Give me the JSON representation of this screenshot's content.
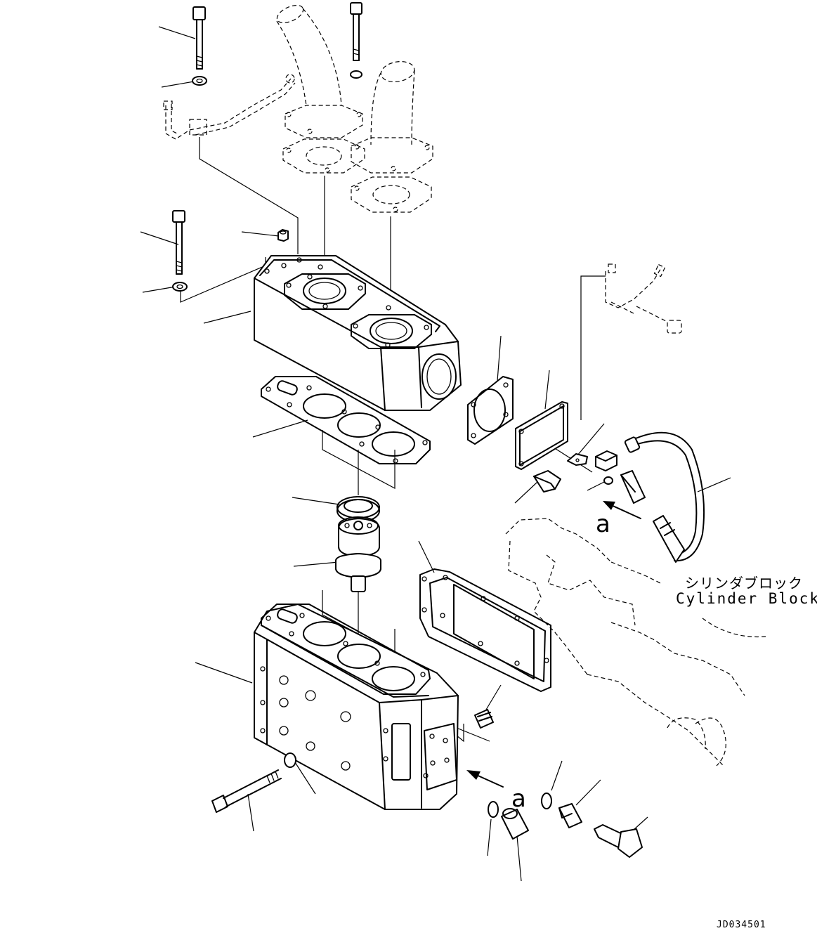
{
  "labels": {
    "cylinder_block_jp": "シリンダブロック",
    "cylinder_block_en": "Cylinder Block",
    "view_mark_1": "a",
    "view_mark_2": "a",
    "drawing_number": "JD034501"
  },
  "colors": {
    "line": "#000000",
    "background": "#ffffff"
  }
}
